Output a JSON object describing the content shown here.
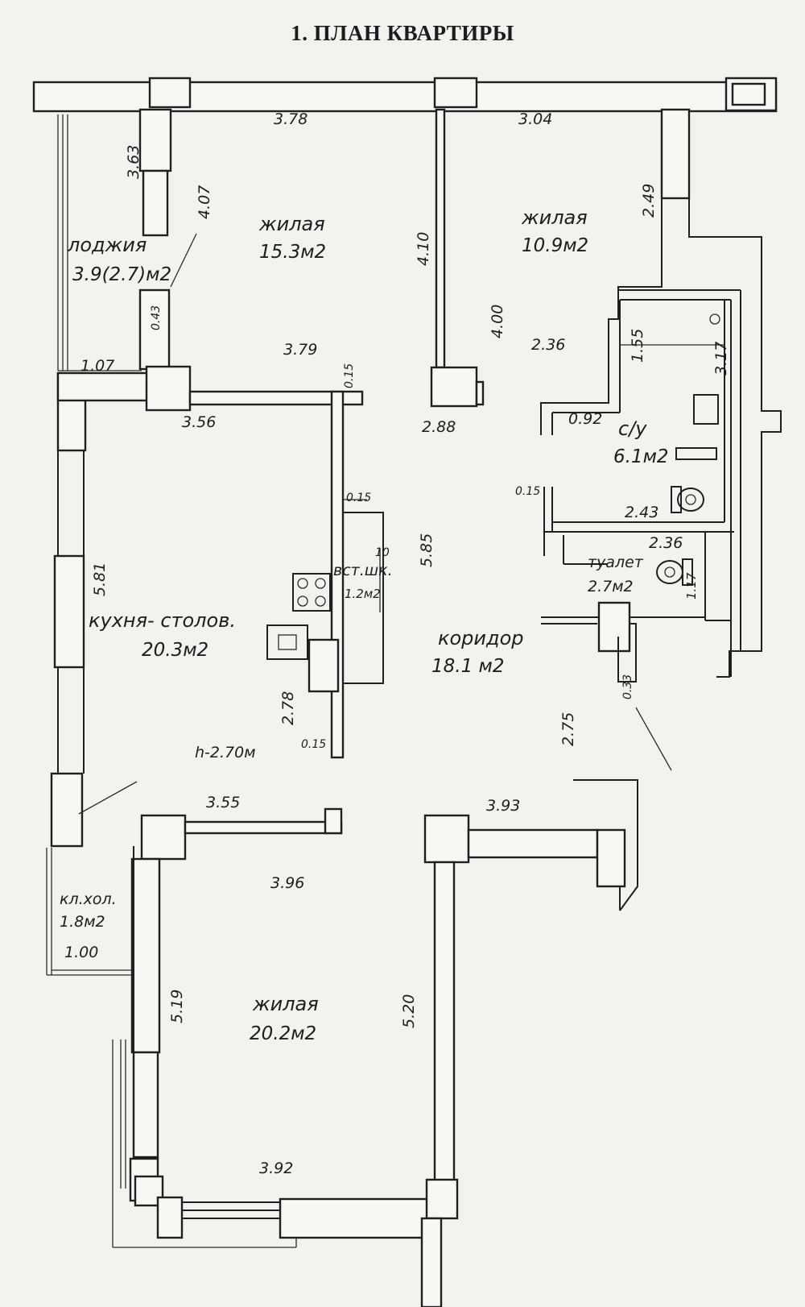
{
  "title": "1. ПЛАН КВАРТИРЫ",
  "rooms": {
    "living1": {
      "name": "жилая",
      "area": "15.3м2"
    },
    "living2": {
      "name": "жилая",
      "area": "10.9м2"
    },
    "loggia": {
      "name": "лоджия",
      "area": "3.9(2.7)м2"
    },
    "bathroom": {
      "name": "с/у",
      "area": "6.1м2"
    },
    "toilet": {
      "name": "туалет",
      "area": "2.7м2"
    },
    "closet": {
      "name": "вст.шк.",
      "area": "1.2м2"
    },
    "kitchen": {
      "name": "кухня- столов.",
      "area": "20.3м2"
    },
    "corridor": {
      "name": "коридор",
      "area": "18.1 м2"
    },
    "cold_store": {
      "name": "кл.хол.",
      "area": "1.8м2"
    },
    "living3": {
      "name": "жилая",
      "area": "20.2м2"
    }
  },
  "ceiling_height": "h-2.70м",
  "dimensions": {
    "d378": "3.78",
    "d304": "3.04",
    "d363": "3.63",
    "d407": "4.07",
    "d410": "4.10",
    "d249": "2.49",
    "d043": "0.43",
    "d107": "1.07",
    "d379": "3.79",
    "d015a": "0.15",
    "d400": "4.00",
    "d236a": "2.36",
    "d155": "1.55",
    "d317": "3.17",
    "d356": "3.56",
    "d288": "2.88",
    "d092": "0.92",
    "d015b": "0.15",
    "d015c": "0.15",
    "d243": "2.43",
    "d236b": "2.36",
    "d117": "1.17",
    "d581": "5.81",
    "d585": "5.85",
    "d10": "10",
    "d278": "2.78",
    "d015d": "0.15",
    "d033": "0.33",
    "d275": "2.75",
    "d355": "3.55",
    "d393": "3.93",
    "d396": "3.96",
    "d100": "1.00",
    "d519": "5.19",
    "d520": "5.20",
    "d392": "3.92"
  }
}
